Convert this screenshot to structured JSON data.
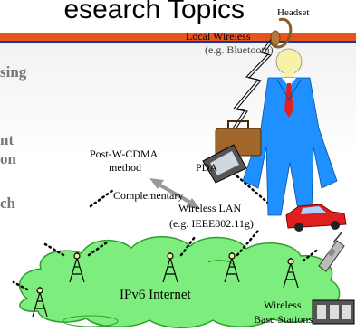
{
  "slide": {
    "title": "esearch Topics",
    "left_fragments": [
      "sing",
      "nt",
      "on",
      "ch"
    ]
  },
  "labels": {
    "headset": "Headset",
    "local_wireless": "Local Wireless",
    "local_wireless_eg": "(e.g. Bluetooth)",
    "post_wcdma_1": "Post-W-CDMA",
    "post_wcdma_2": "method",
    "pda": "PDA",
    "complementary": "Complementary",
    "wlan_1": "Wireless LAN",
    "wlan_2": "(e.g. IEEE802.11g)",
    "ipv6": "IPv6 Internet",
    "base_1": "Wireless",
    "base_2": "Base Stations"
  },
  "colors": {
    "title_bar_orange": "#e8541e",
    "title_bar_blue": "#1a3a9a",
    "cloud_fill": "#7dee7d",
    "suit_blue": "#1e90ff",
    "car_red": "#e02020"
  },
  "icons": [
    "headset-icon",
    "person-icon",
    "pda-icon",
    "car-icon",
    "mobile-phone-icon",
    "antenna-tower-icon",
    "base-station-icon"
  ]
}
